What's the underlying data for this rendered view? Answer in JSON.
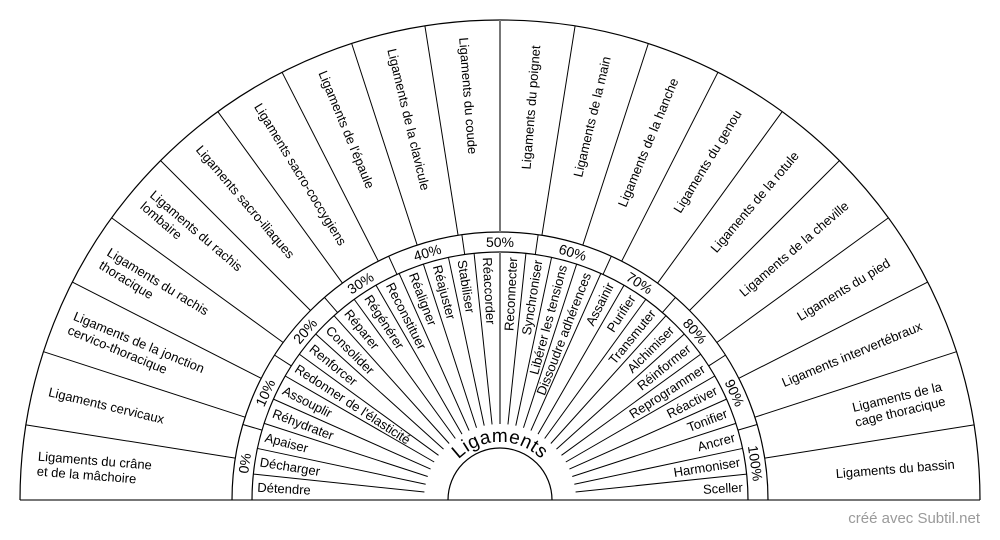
{
  "title": "Ligaments",
  "footer": "créé avec Subtil.net",
  "percent_scale": [
    "0%",
    "10%",
    "20%",
    "30%",
    "40%",
    "50%",
    "60%",
    "70%",
    "80%",
    "90%",
    "100%"
  ],
  "inner_actions": [
    "Détendre",
    "Décharger",
    "Apaiser",
    "Réhydrater",
    "Assouplir",
    "Redonner de l'élasticité",
    "Renforcer",
    "Consolider",
    "Réparer",
    "Régénérer",
    "Reconstituer",
    "Réaligner",
    "Réajuster",
    "Stabiliser",
    "Réaccorder",
    "Reconnecter",
    "Synchroniser",
    "Libérer les tensions",
    "Dissoudre adhérences",
    "Assainir",
    "Purifier",
    "Transmuter",
    "Alchimiser",
    "Réinformer",
    "Reprogrammer",
    "Réactiver",
    "Tonifier",
    "Ancrer",
    "Harmoniser",
    "Sceller"
  ],
  "outer_ligaments": [
    [
      "Ligaments du crâne",
      "et de la mâchoire"
    ],
    [
      "Ligaments cervicaux"
    ],
    [
      "Ligaments de la jonction",
      "cervico-thoracique"
    ],
    [
      "Ligaments du rachis",
      "thoracique"
    ],
    [
      "Ligaments du rachis",
      "lombaire"
    ],
    [
      "Ligaments sacro-iliaques"
    ],
    [
      "Ligaments sacro-coccygiens"
    ],
    [
      "Ligaments de l'épaule"
    ],
    [
      "Ligaments de la clavicule"
    ],
    [
      "Ligaments du coude"
    ],
    [
      "Ligaments du poignet"
    ],
    [
      "Ligaments de la main"
    ],
    [
      "Ligaments de la hanche"
    ],
    [
      "Ligaments du genou"
    ],
    [
      "Ligaments de la rotule"
    ],
    [
      "Ligaments de la cheville"
    ],
    [
      "Ligaments du pied"
    ],
    [
      "Ligaments intervertébraux"
    ],
    [
      "Ligaments de la",
      "cage thoracique"
    ],
    [
      "Ligaments du bassin"
    ]
  ]
}
